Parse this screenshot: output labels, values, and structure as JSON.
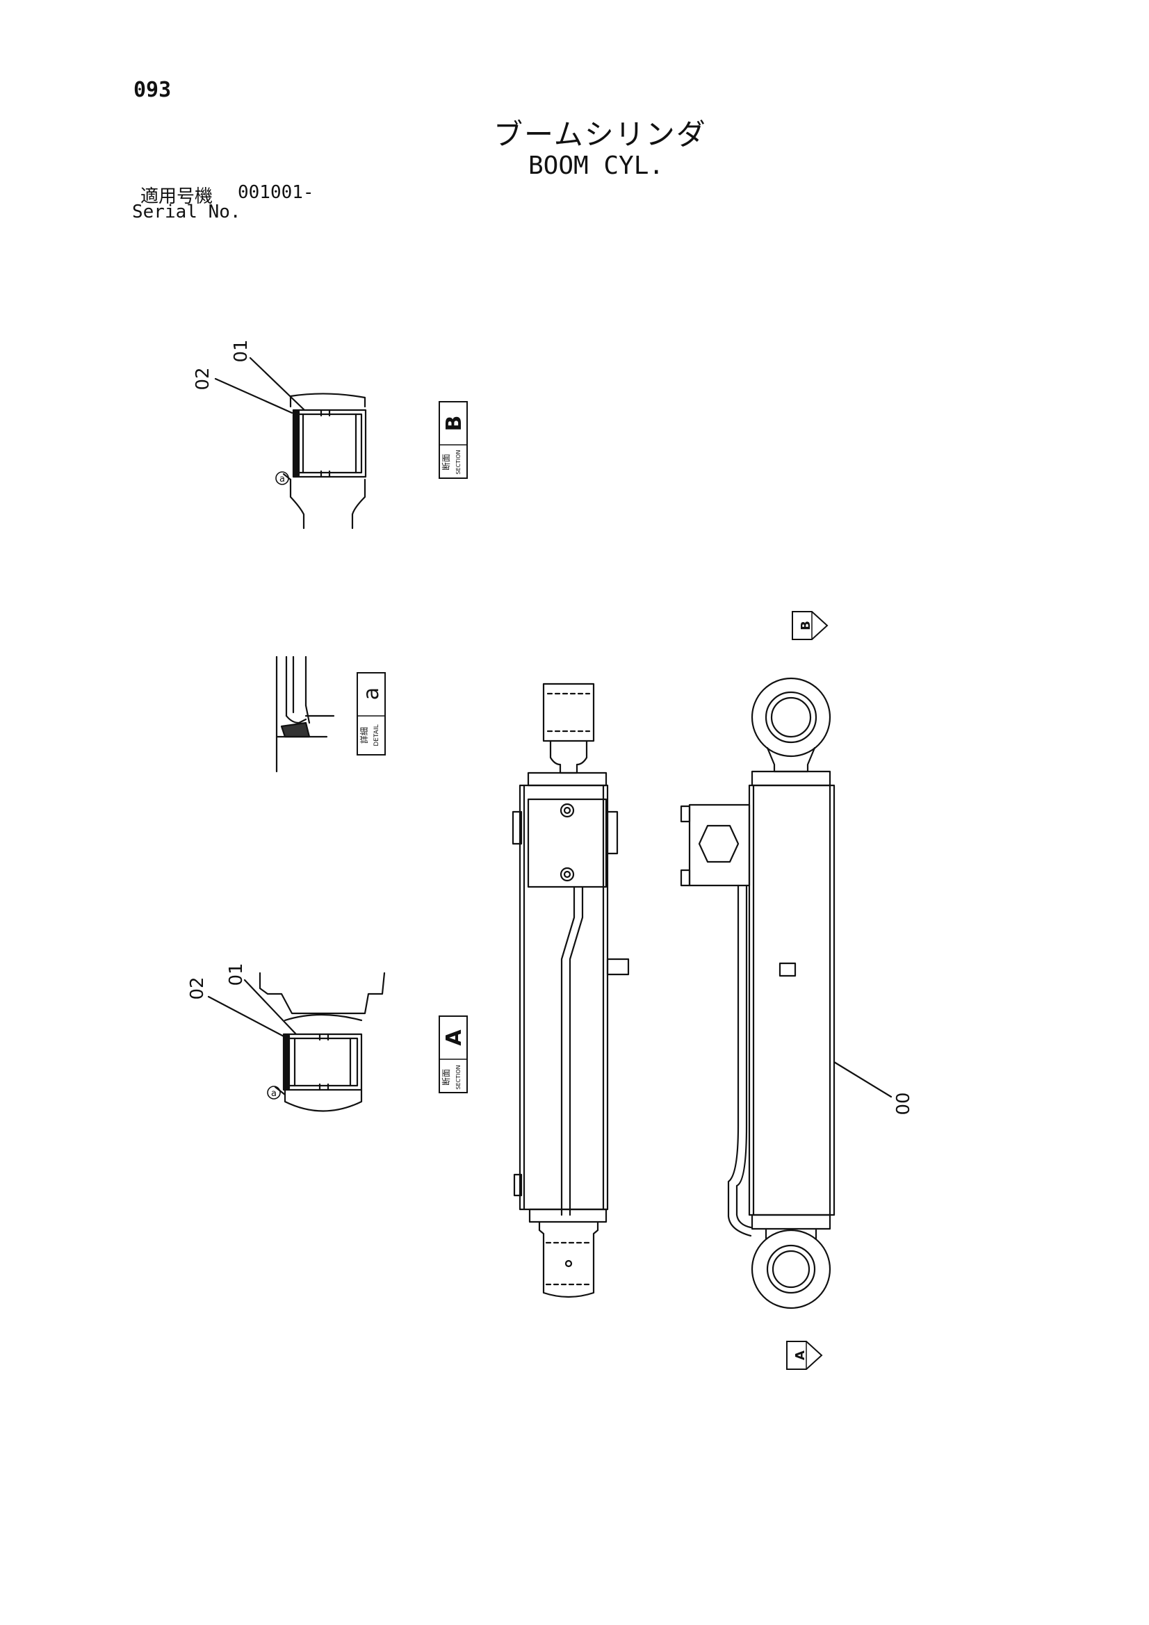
{
  "page": {
    "number": "093"
  },
  "title": {
    "jp": "ブームシリンダ",
    "en": "BOOM CYL."
  },
  "serial": {
    "label_jp": "適用号機",
    "value": "001001-",
    "label_en": "Serial No."
  },
  "section_b": {
    "callouts": [
      "02",
      "01"
    ],
    "weld_mark": "a",
    "label_jp": "断面",
    "label_en": "SECTION",
    "letter": "B"
  },
  "detail_a": {
    "label_jp": "詳細",
    "label_en": "DETAIL",
    "letter": "a"
  },
  "section_a": {
    "callouts": [
      "02",
      "01"
    ],
    "weld_mark": "a",
    "label_jp": "断面",
    "label_en": "SECTION",
    "letter": "A"
  },
  "assembly": {
    "callout": "00",
    "view_markers": [
      "B",
      "A"
    ]
  }
}
